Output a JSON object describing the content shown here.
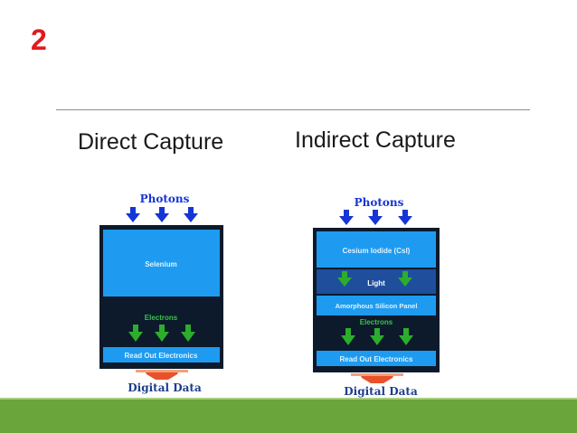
{
  "slide": {
    "number": "2"
  },
  "columns": {
    "direct": {
      "heading": "Direct Capture",
      "photons_label": "Photons",
      "layers": {
        "top": "Selenium",
        "electrons": "Electrons",
        "readout": "Read Out Electronics"
      },
      "output_label": "Digital Data"
    },
    "indirect": {
      "heading": "Indirect Capture",
      "photons_label": "Photons",
      "layers": {
        "scintillator": "Cesium Iodide (CsI)",
        "light": "Light",
        "panel": "Amorphous Silicon Panel",
        "electrons": "Electrons",
        "readout": "Read Out Electronics"
      },
      "output_label": "Digital Data"
    }
  },
  "colors": {
    "slide_number": "#e3191d",
    "photon_arrow": "#1535d6",
    "electron_arrow": "#2cae2c",
    "layer_blue": "#1e9bf0",
    "dark_layer": "#0c1a2b",
    "light_layer": "#1e4e9c",
    "output_arrow": "#e8512a",
    "bottom_bar": "#6aa53b"
  }
}
